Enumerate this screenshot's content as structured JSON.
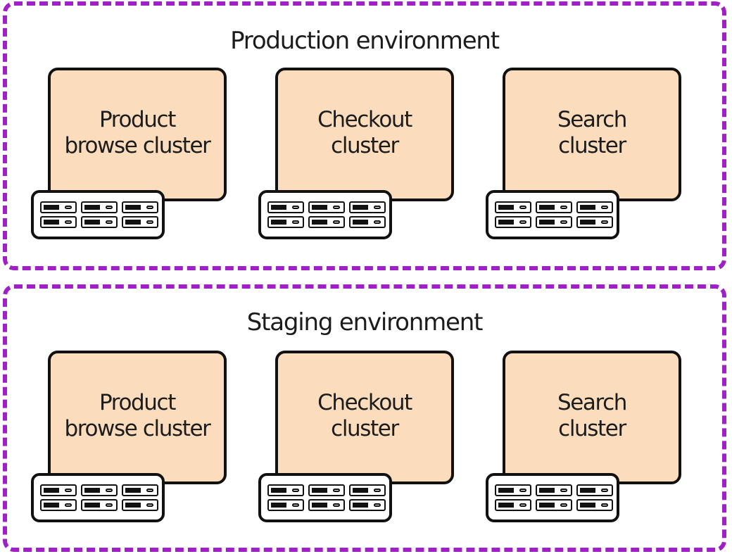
{
  "environments": [
    {
      "title": "Production environment",
      "clusters": [
        {
          "label": "Product\nbrowse cluster"
        },
        {
          "label": "Checkout\ncluster"
        },
        {
          "label": "Search\ncluster"
        }
      ]
    },
    {
      "title": "Staging environment",
      "clusters": [
        {
          "label": "Product\nbrowse cluster"
        },
        {
          "label": "Checkout\ncluster"
        },
        {
          "label": "Search\ncluster"
        }
      ]
    }
  ],
  "colors": {
    "environment_border": "#a020c8",
    "cluster_fill": "#fbddbd",
    "outline": "#111111"
  }
}
